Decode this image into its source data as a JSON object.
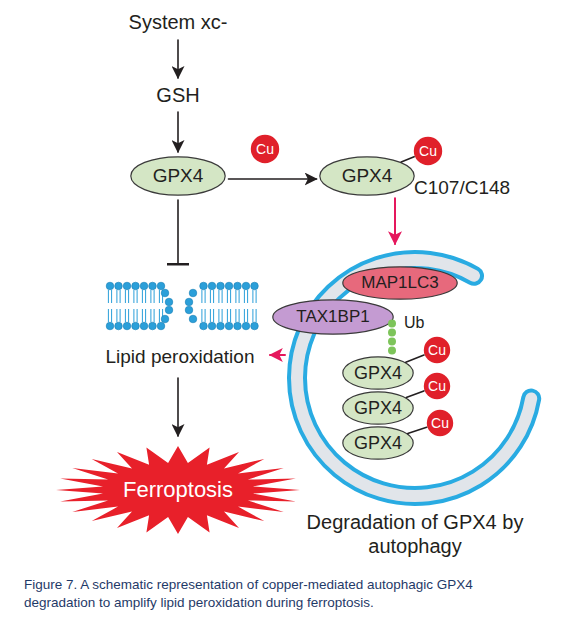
{
  "diagram": {
    "caption": "Figure 7. A schematic representation of copper-mediated autophagic GPX4 degradation to amplify lipid peroxidation during ferroptosis.",
    "nodes": [
      {
        "text": [
          "System xc-"
        ]
      },
      {
        "text": [
          "GSH"
        ]
      },
      {
        "text": [
          "GPX4"
        ]
      },
      {
        "text": [
          "Cu"
        ]
      },
      {
        "text": [
          "GPX4"
        ]
      },
      {
        "text": [
          "Cu"
        ]
      },
      {
        "text": [
          "Degradation of GPX4 by autophagy"
        ]
      },
      {
        "text": [
          "MAP1LC3"
        ],
        "in": 6
      },
      {
        "text": [
          "TAX1BP1"
        ],
        "in": 6
      },
      {
        "text": [
          "GPX4"
        ],
        "in": 6
      },
      {
        "text": [
          "Cu"
        ],
        "in": 6
      },
      {
        "text": [
          "GPX4"
        ],
        "in": 6
      },
      {
        "text": [
          "Cu"
        ],
        "in": 6
      },
      {
        "text": [
          "GPX4"
        ],
        "in": 6
      },
      {
        "text": [
          "Cu"
        ],
        "in": 6
      },
      {
        "text": [
          "Lipid peroxidation"
        ]
      },
      {
        "text": [
          "Ferroptosis"
        ]
      }
    ],
    "edges": [
      {
        "from": 0,
        "to": 1,
        "arrow": "to"
      },
      {
        "from": 1,
        "to": 2,
        "arrow": "to"
      },
      {
        "from": 2,
        "to": 4,
        "arrow": "to"
      },
      {
        "from": 4,
        "to": 5,
        "arrow": "none"
      },
      {
        "from": 2,
        "to": 15,
        "arrow": "to"
      },
      {
        "from": 4,
        "to": 6,
        "arrow": "to"
      },
      {
        "from": 8,
        "to": 9,
        "arrow": "none"
      },
      {
        "from": 9,
        "to": 10,
        "arrow": "none"
      },
      {
        "from": 11,
        "to": 12,
        "arrow": "none"
      },
      {
        "from": 13,
        "to": 14,
        "arrow": "none"
      },
      {
        "from": 6,
        "to": 15,
        "arrow": "to"
      },
      {
        "from": 15,
        "to": 16,
        "arrow": "to"
      }
    ],
    "labels": [
      "C107/C148",
      "Ub"
    ]
  }
}
